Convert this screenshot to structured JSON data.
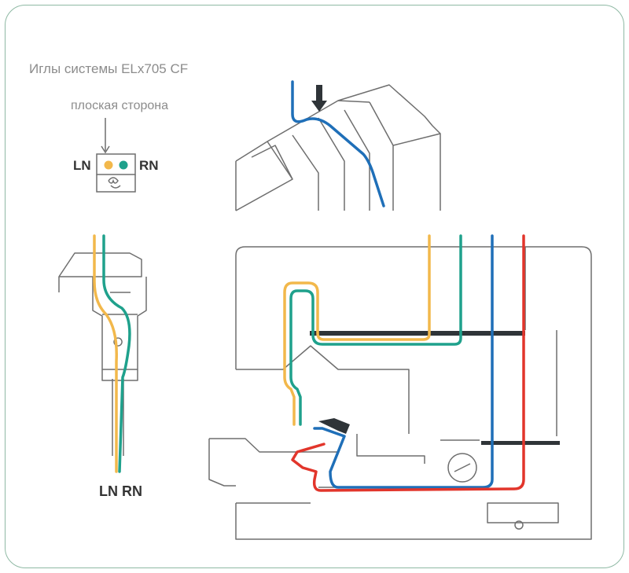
{
  "caption": "Иглы системы ELx705 CF",
  "flat_side_label": "плоская сторона",
  "needle_left_label": "LN",
  "needle_right_label": "RN",
  "needles_label": "LN RN",
  "colors": {
    "frame": "#8fb9a4",
    "outline": "#6e6e6e",
    "yellow_thread": "#f2b84b",
    "green_thread": "#1fa18c",
    "blue_thread": "#1f6fb8",
    "red_thread": "#e2352b",
    "dark_part": "#2f3438"
  }
}
